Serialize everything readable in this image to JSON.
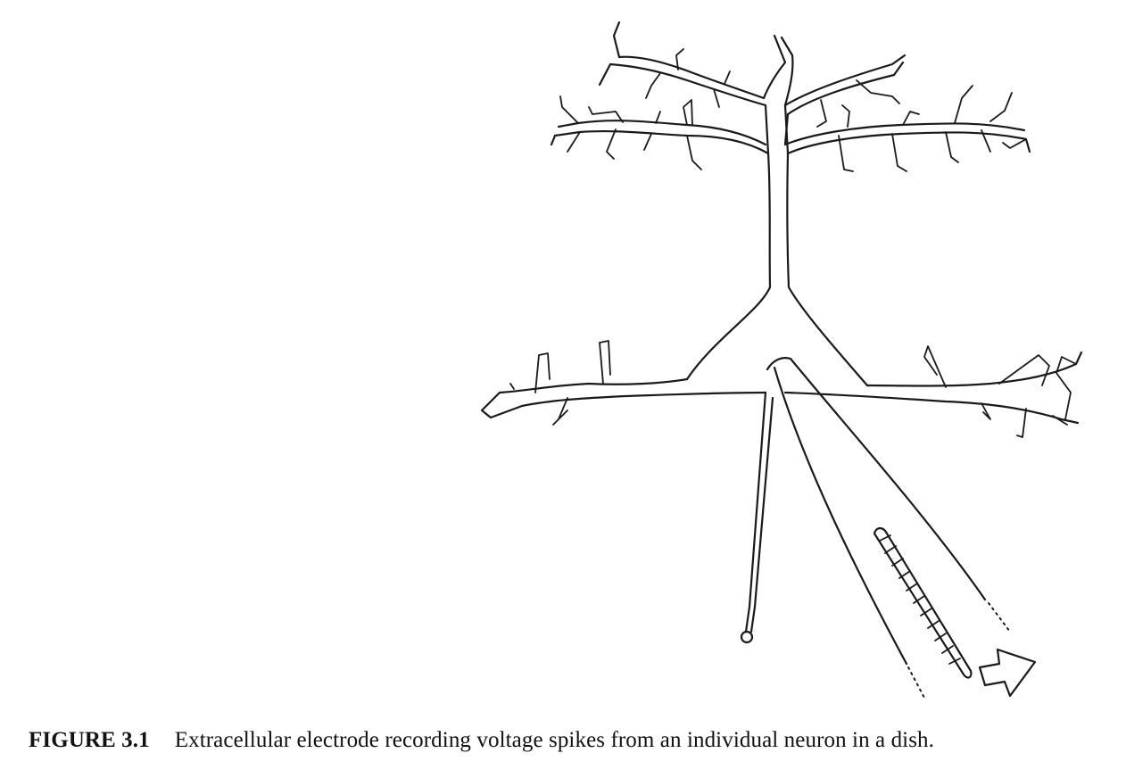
{
  "figure": {
    "label": "FIGURE 3.1",
    "caption": "Extracellular electrode recording voltage spikes from an individual neuron in a dish.",
    "depicts": [
      "neuron",
      "electrode",
      "signal-arrow"
    ],
    "ink_color": "#1a1a1a",
    "background": "#ffffff"
  }
}
